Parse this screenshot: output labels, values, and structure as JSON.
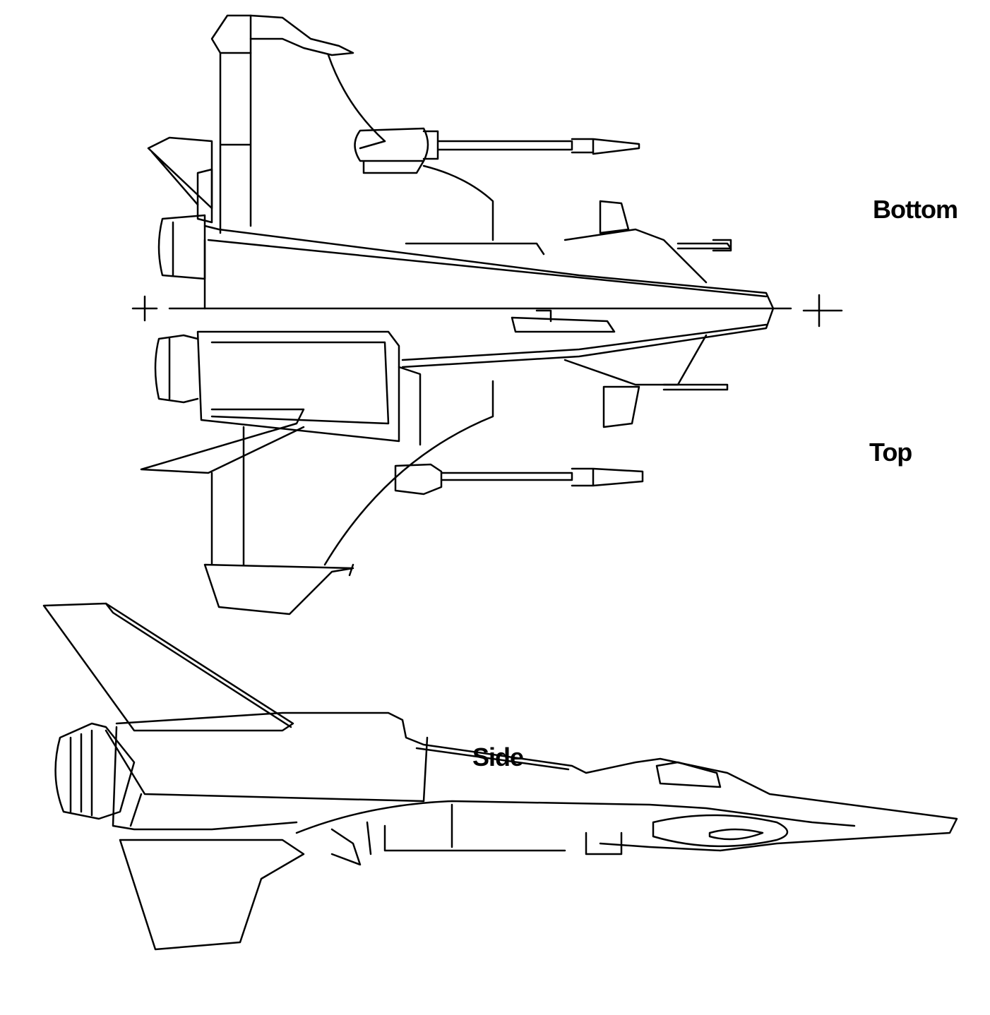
{
  "labels": {
    "bottom": "Bottom",
    "top": "Top",
    "side": "Side"
  },
  "colors": {
    "background": "#ffffff",
    "line": "#000000"
  }
}
